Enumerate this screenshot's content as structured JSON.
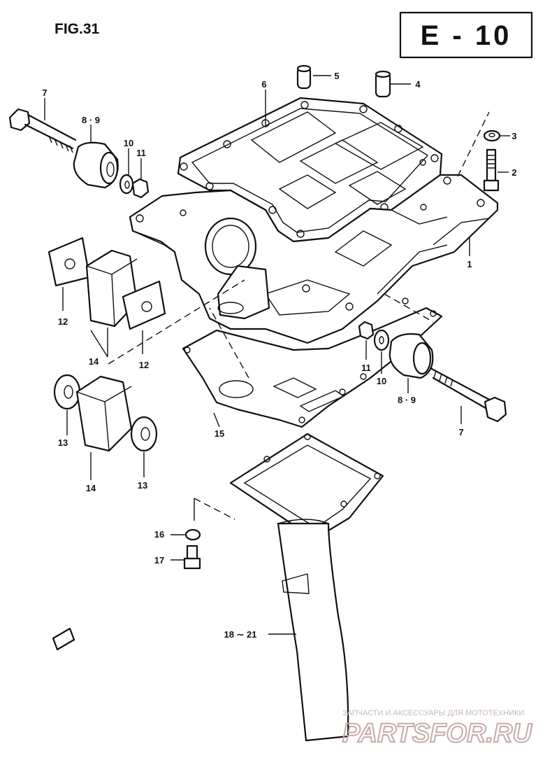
{
  "figure": {
    "fig_label": "FIG.31",
    "section_code": "E - 10"
  },
  "callouts": [
    {
      "id": "c1",
      "text": "1"
    },
    {
      "id": "c2",
      "text": "2"
    },
    {
      "id": "c3",
      "text": "3"
    },
    {
      "id": "c4",
      "text": "4"
    },
    {
      "id": "c5",
      "text": "5"
    },
    {
      "id": "c6",
      "text": "6"
    },
    {
      "id": "c7a",
      "text": "7"
    },
    {
      "id": "c7b",
      "text": "7"
    },
    {
      "id": "c89a",
      "text": "8 · 9"
    },
    {
      "id": "c89b",
      "text": "8 · 9"
    },
    {
      "id": "c10a",
      "text": "10"
    },
    {
      "id": "c10b",
      "text": "10"
    },
    {
      "id": "c11a",
      "text": "11"
    },
    {
      "id": "c11b",
      "text": "11"
    },
    {
      "id": "c12a",
      "text": "12"
    },
    {
      "id": "c12b",
      "text": "12"
    },
    {
      "id": "c13a",
      "text": "13"
    },
    {
      "id": "c13b",
      "text": "13"
    },
    {
      "id": "c14a",
      "text": "14"
    },
    {
      "id": "c14b",
      "text": "14"
    },
    {
      "id": "c15",
      "text": "15"
    },
    {
      "id": "c16",
      "text": "16"
    },
    {
      "id": "c17",
      "text": "17"
    },
    {
      "id": "c1821",
      "text": "18 ∼ 21"
    }
  ],
  "watermark": {
    "caption": "ЗАПЧАСТИ И АКСЕССУАРЫ ДЛЯ МОТОТЕХНИКИ",
    "brand": "PARTSFOR.RU",
    "color": "#c7a9a9"
  }
}
